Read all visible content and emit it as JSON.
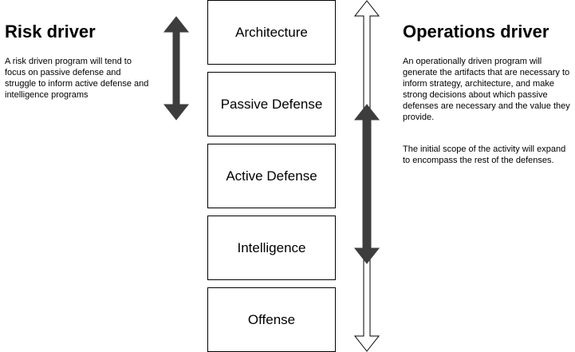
{
  "risk": {
    "title": "Risk driver",
    "description": "A risk driven program will tend to focus on passive defense and struggle to inform active defense and intelligence programs"
  },
  "operations": {
    "title": "Operations driver",
    "paragraphs": [
      "An operationally driven program will generate the artifacts that are necessary to inform strategy, architecture, and make strong decisions about which passive defenses are necessary and the value they provide.",
      "The initial scope of the activity will expand to encompass the rest of the defenses."
    ]
  },
  "layers": [
    "Architecture",
    "Passive Defense",
    "Active Defense",
    "Intelligence",
    "Offense"
  ],
  "colors": {
    "arrow_fill": "#3d3d3d",
    "outline": "#000000",
    "background": "#ffffff"
  }
}
